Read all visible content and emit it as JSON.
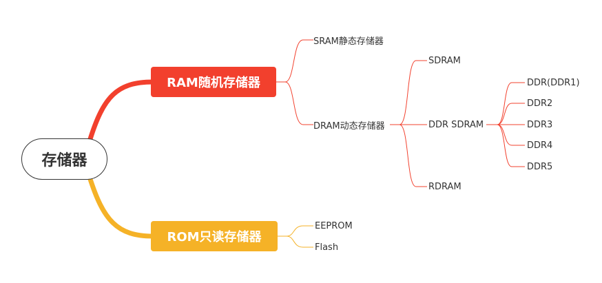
{
  "root": {
    "label": "存储器"
  },
  "ram": {
    "label": "RAM随机存储器",
    "color": "#f2402d",
    "children": {
      "sram": "SRAM静态存储器",
      "dram": "DRAM动态存储器"
    },
    "dram_children": {
      "sdram": "SDRAM",
      "ddr_sdram": "DDR SDRAM",
      "rdram": "RDRAM"
    },
    "ddr_children": [
      "DDR(DDR1)",
      "DDR2",
      "DDR3",
      "DDR4",
      "DDR5"
    ]
  },
  "rom": {
    "label": "ROM只读存储器",
    "color": "#f5b227",
    "children": [
      "EEPROM",
      "Flash"
    ]
  }
}
